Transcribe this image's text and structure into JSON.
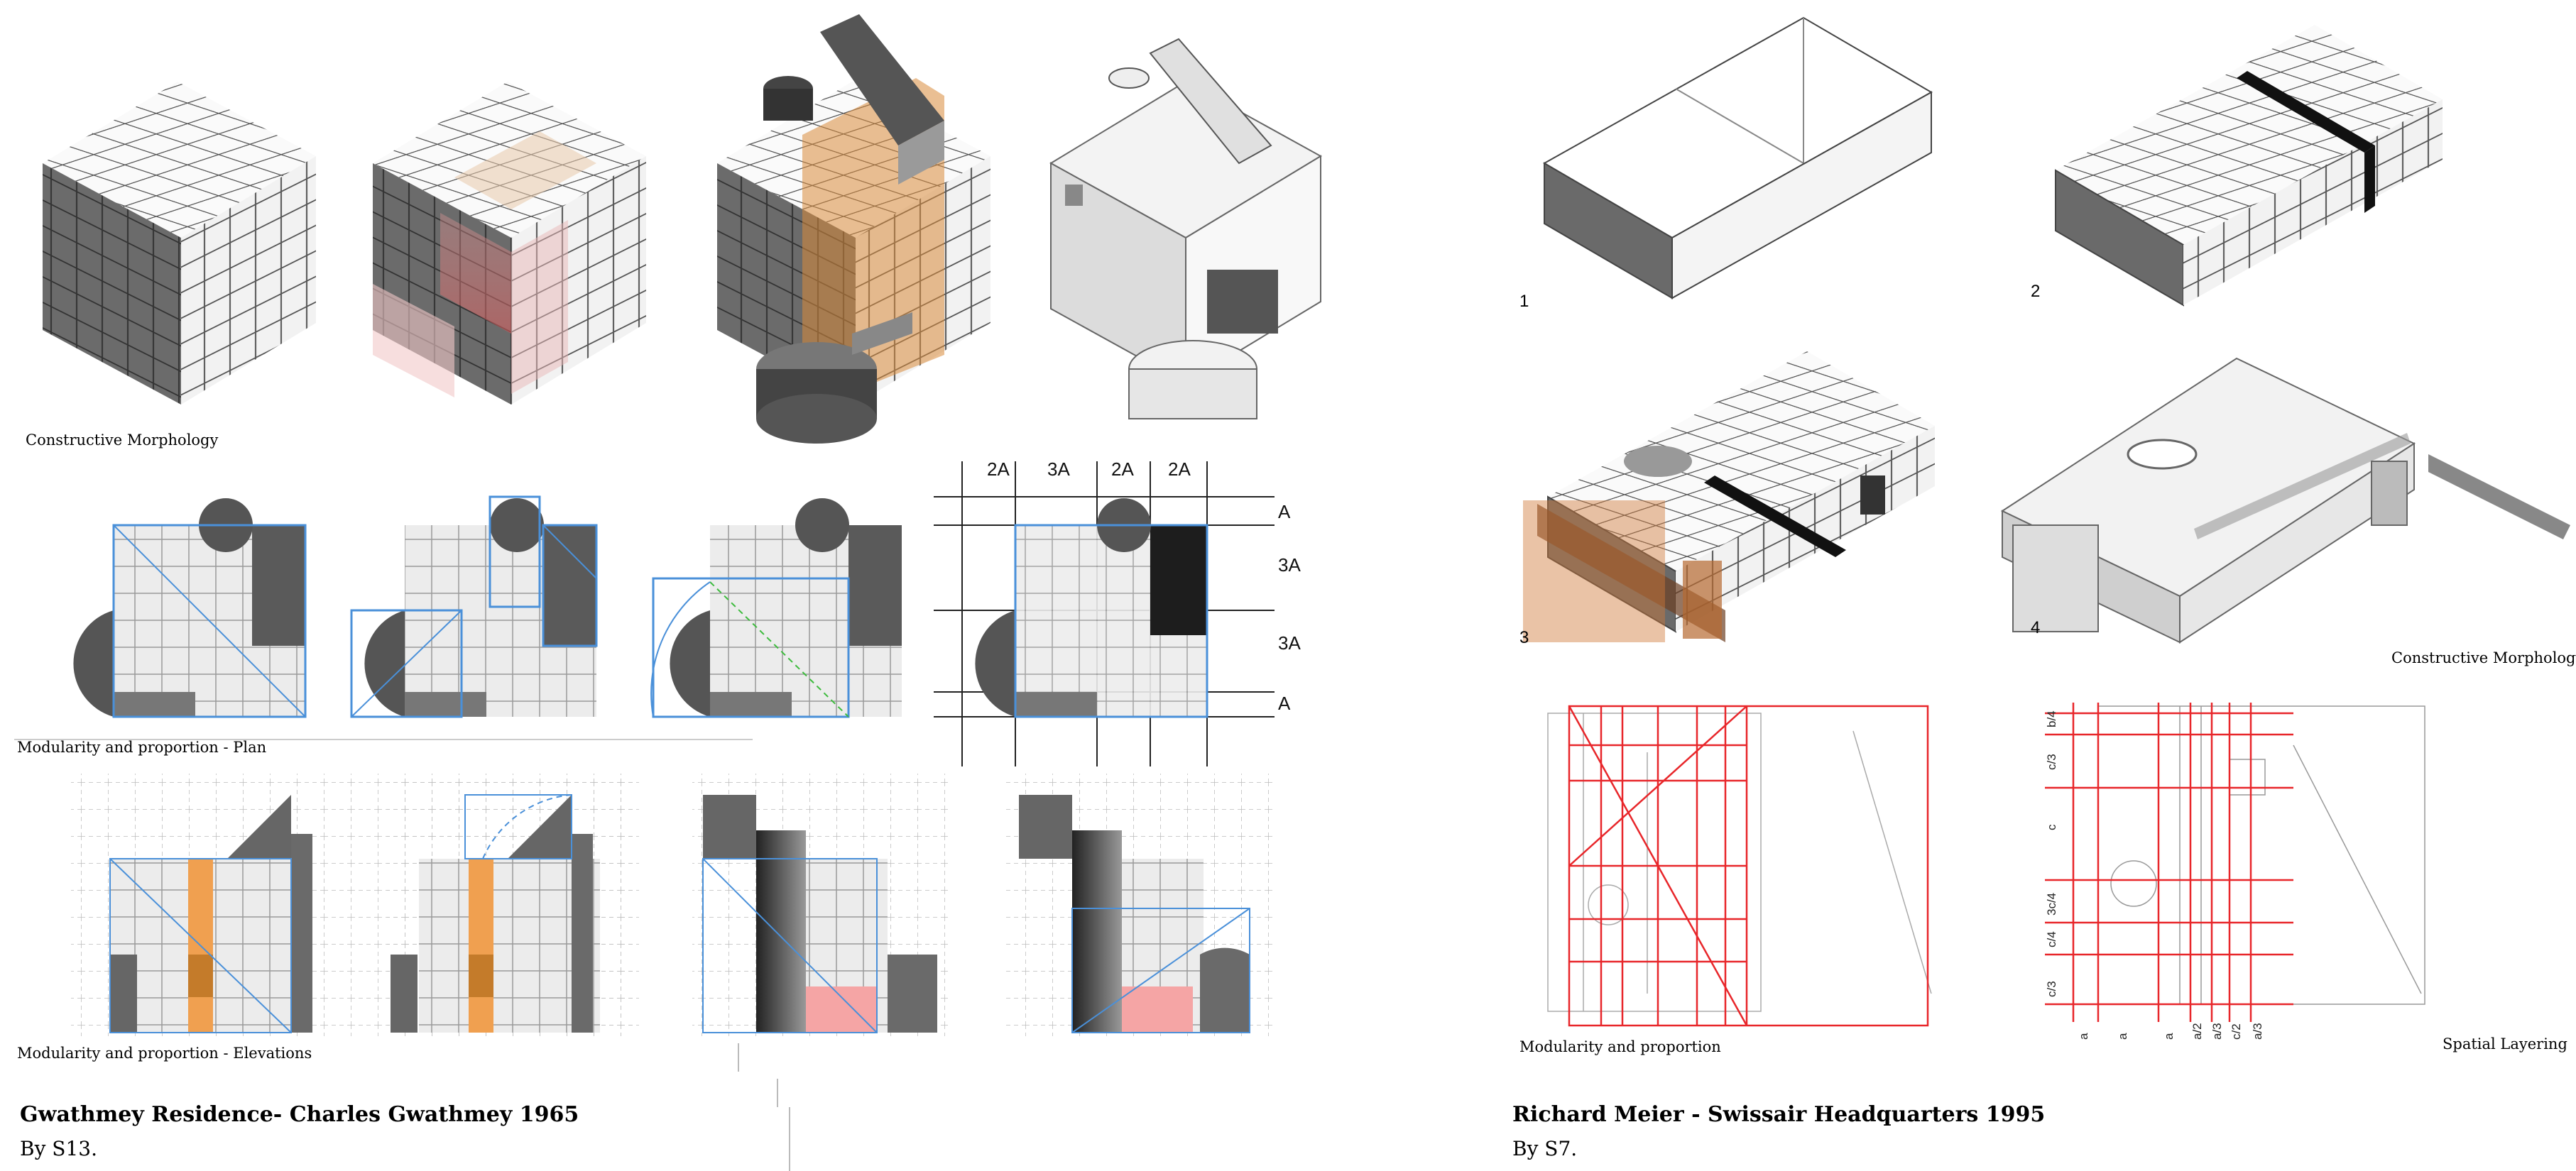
{
  "left": {
    "caption_morphology": "Constructive Morphology",
    "caption_plan": "Modularity and proportion - Plan",
    "caption_elevations": "Modularity and proportion - Elevations",
    "title": "Gwathmey Residence- Charles Gwathmey  1965",
    "byline": "By S13.",
    "grid_cols": [
      "2A",
      "3A",
      "2A",
      "2A"
    ],
    "grid_rows": [
      "A",
      "3A",
      "3A",
      "A"
    ]
  },
  "right": {
    "steps": [
      "1",
      "2",
      "3",
      "4"
    ],
    "caption_morphology": "Constructive Morphology",
    "caption_modularity": "Modularity and proportion",
    "caption_layering": "Spatial Layering",
    "title": "Richard Meier - Swissair Headquarters 1995",
    "byline": "By S7.",
    "row_labels": [
      "b/4",
      "c/3",
      "c",
      "3c/4",
      "c/4",
      "c/3"
    ],
    "col_labels": [
      "a",
      "a",
      "a",
      "a/2",
      "a/3",
      "c/2",
      "a/3"
    ]
  },
  "colors": {
    "accent_blue": "#4a90d9",
    "accent_red": "#e8262a",
    "accent_orange": "#f0a050",
    "dark_gray": "#5a5a5a",
    "light_gray": "#eeeeee"
  }
}
